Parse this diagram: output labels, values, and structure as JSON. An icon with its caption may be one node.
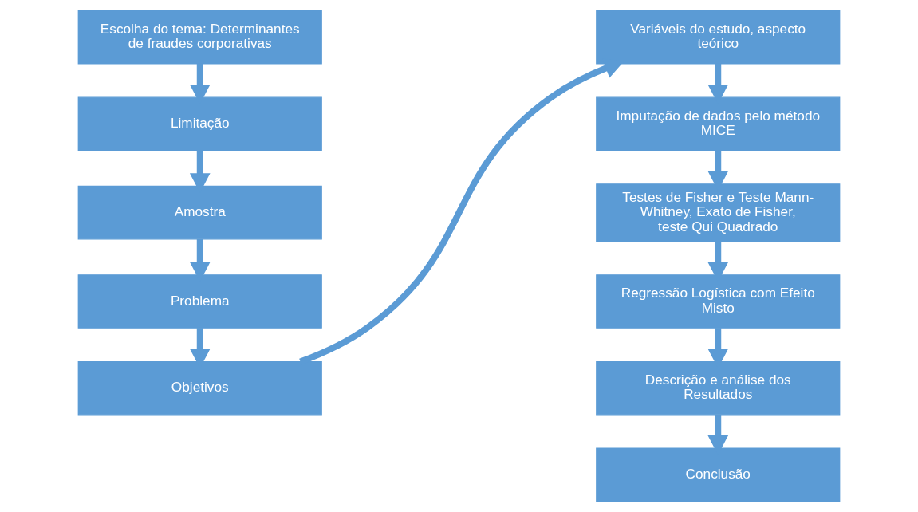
{
  "diagram": {
    "nodes": [
      {
        "text": [
          "Escolha do tema: Determinantes de fraudes corporativas"
        ]
      },
      {
        "text": [
          "Limitação"
        ]
      },
      {
        "text": [
          "Amostra"
        ]
      },
      {
        "text": [
          "Problema"
        ]
      },
      {
        "text": [
          "Objetivos"
        ]
      },
      {
        "text": [
          "Variáveis do estudo, aspecto teórico"
        ]
      },
      {
        "text": [
          "Imputação de dados pelo método MICE"
        ]
      },
      {
        "text": [
          "Testes de Fisher e Teste Mann-Whitney, Exato de Fisher, teste Qui Quadrado"
        ]
      },
      {
        "text": [
          "Regressão Logística com Efeito Misto"
        ]
      },
      {
        "text": [
          "Descrição e análise dos Resultados"
        ]
      },
      {
        "text": [
          "Conclusão"
        ]
      }
    ],
    "edges": [
      {
        "from": 0,
        "to": 1,
        "arrow": "to"
      },
      {
        "from": 1,
        "to": 2,
        "arrow": "to"
      },
      {
        "from": 2,
        "to": 3,
        "arrow": "to"
      },
      {
        "from": 3,
        "to": 4,
        "arrow": "to"
      },
      {
        "from": 4,
        "to": 5,
        "arrow": "to"
      },
      {
        "from": 5,
        "to": 6,
        "arrow": "to"
      },
      {
        "from": 6,
        "to": 7,
        "arrow": "to"
      },
      {
        "from": 7,
        "to": 8,
        "arrow": "to"
      },
      {
        "from": 8,
        "to": 9,
        "arrow": "to"
      },
      {
        "from": 9,
        "to": 10,
        "arrow": "to"
      }
    ]
  }
}
